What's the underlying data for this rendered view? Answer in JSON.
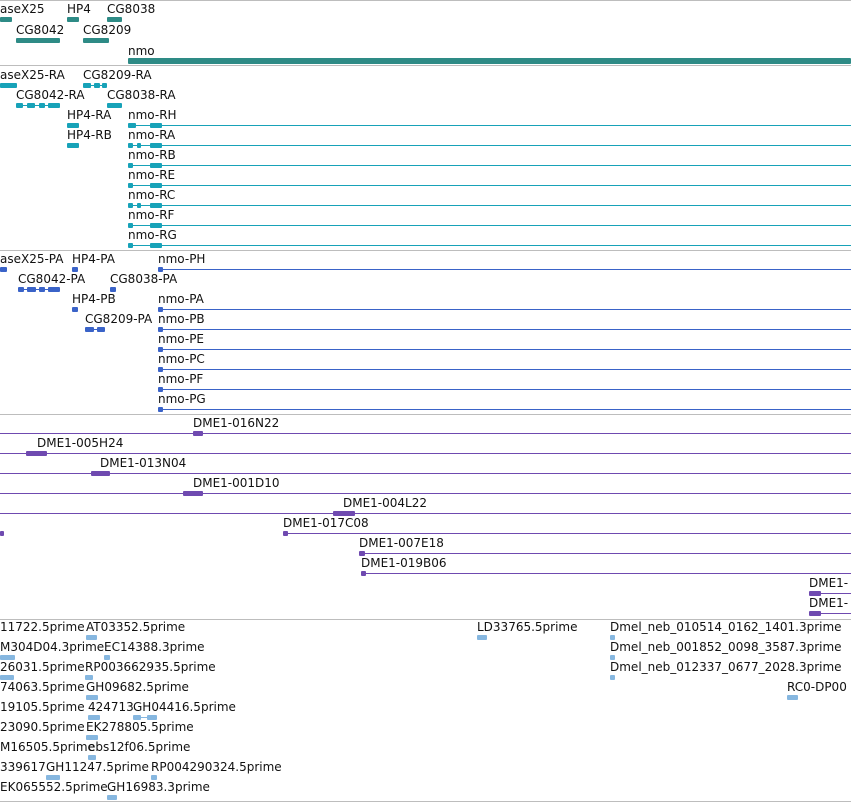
{
  "colors": {
    "gene": "#2e8b86",
    "transcript": "#17a2b8",
    "protein": "#3a63c8",
    "clone": "#6f4ab0",
    "est": "#86b7e0",
    "separator": "#bdbdbd"
  },
  "tracks": {
    "genes": {
      "features": [
        {
          "label": "aseX25"
        },
        {
          "label": "HP4"
        },
        {
          "label": "CG8038"
        },
        {
          "label": "CG8042"
        },
        {
          "label": "CG8209"
        },
        {
          "label": "nmo"
        }
      ]
    },
    "transcripts": {
      "features": [
        {
          "label": "aseX25-RA"
        },
        {
          "label": "CG8209-RA"
        },
        {
          "label": "CG8042-RA"
        },
        {
          "label": "CG8038-RA"
        },
        {
          "label": "HP4-RA"
        },
        {
          "label": "HP4-RB"
        },
        {
          "label": "nmo-RH"
        },
        {
          "label": "nmo-RA"
        },
        {
          "label": "nmo-RB"
        },
        {
          "label": "nmo-RE"
        },
        {
          "label": "nmo-RC"
        },
        {
          "label": "nmo-RF"
        },
        {
          "label": "nmo-RG"
        }
      ]
    },
    "proteins": {
      "features": [
        {
          "label": "aseX25-PA"
        },
        {
          "label": "HP4-PA"
        },
        {
          "label": "nmo-PH"
        },
        {
          "label": "CG8042-PA"
        },
        {
          "label": "CG8038-PA"
        },
        {
          "label": "HP4-PB"
        },
        {
          "label": "nmo-PA"
        },
        {
          "label": "CG8209-PA"
        },
        {
          "label": "nmo-PB"
        },
        {
          "label": "nmo-PE"
        },
        {
          "label": "nmo-PC"
        },
        {
          "label": "nmo-PF"
        },
        {
          "label": "nmo-PG"
        }
      ]
    },
    "clones": {
      "features": [
        {
          "label": "DME1-016N22"
        },
        {
          "label": "DME1-005H24"
        },
        {
          "label": "DME1-013N04"
        },
        {
          "label": "DME1-001D10"
        },
        {
          "label": "DME1-004L22"
        },
        {
          "label": "DME1-017C08"
        },
        {
          "label": "DME1-007E18"
        },
        {
          "label": "DME1-019B06"
        },
        {
          "label": "DME1-"
        },
        {
          "label": "DME1-"
        }
      ]
    },
    "ests": {
      "features": [
        {
          "label": "11722.5prime"
        },
        {
          "label": "AT03352.5prime"
        },
        {
          "label": "LD33765.5prime"
        },
        {
          "label": "Dmel_neb_010514_0162_1401.3prime"
        },
        {
          "label": "M304D04.3prime"
        },
        {
          "label": "EC14388.3prime"
        },
        {
          "label": "Dmel_neb_001852_0098_3587.3prime"
        },
        {
          "label": "26031.5prime"
        },
        {
          "label": "RP003662935.5prime"
        },
        {
          "label": "Dmel_neb_012337_0677_2028.3prime"
        },
        {
          "label": "74063.5prime"
        },
        {
          "label": "GH09682.5prime"
        },
        {
          "label": "RC0-DP00"
        },
        {
          "label": "19105.5prime"
        },
        {
          "label": "424713"
        },
        {
          "label": "GH04416.5prime"
        },
        {
          "label": "23090.5prime"
        },
        {
          "label": "EK278805.5prime"
        },
        {
          "label": "M16505.5prime"
        },
        {
          "label": "ebs12f06.5prime"
        },
        {
          "label": "339617"
        },
        {
          "label": "GH11247.5prime"
        },
        {
          "label": "RP004290324.5prime"
        },
        {
          "label": "EK065552.5prime"
        },
        {
          "label": "GH16983.3prime"
        }
      ]
    }
  }
}
